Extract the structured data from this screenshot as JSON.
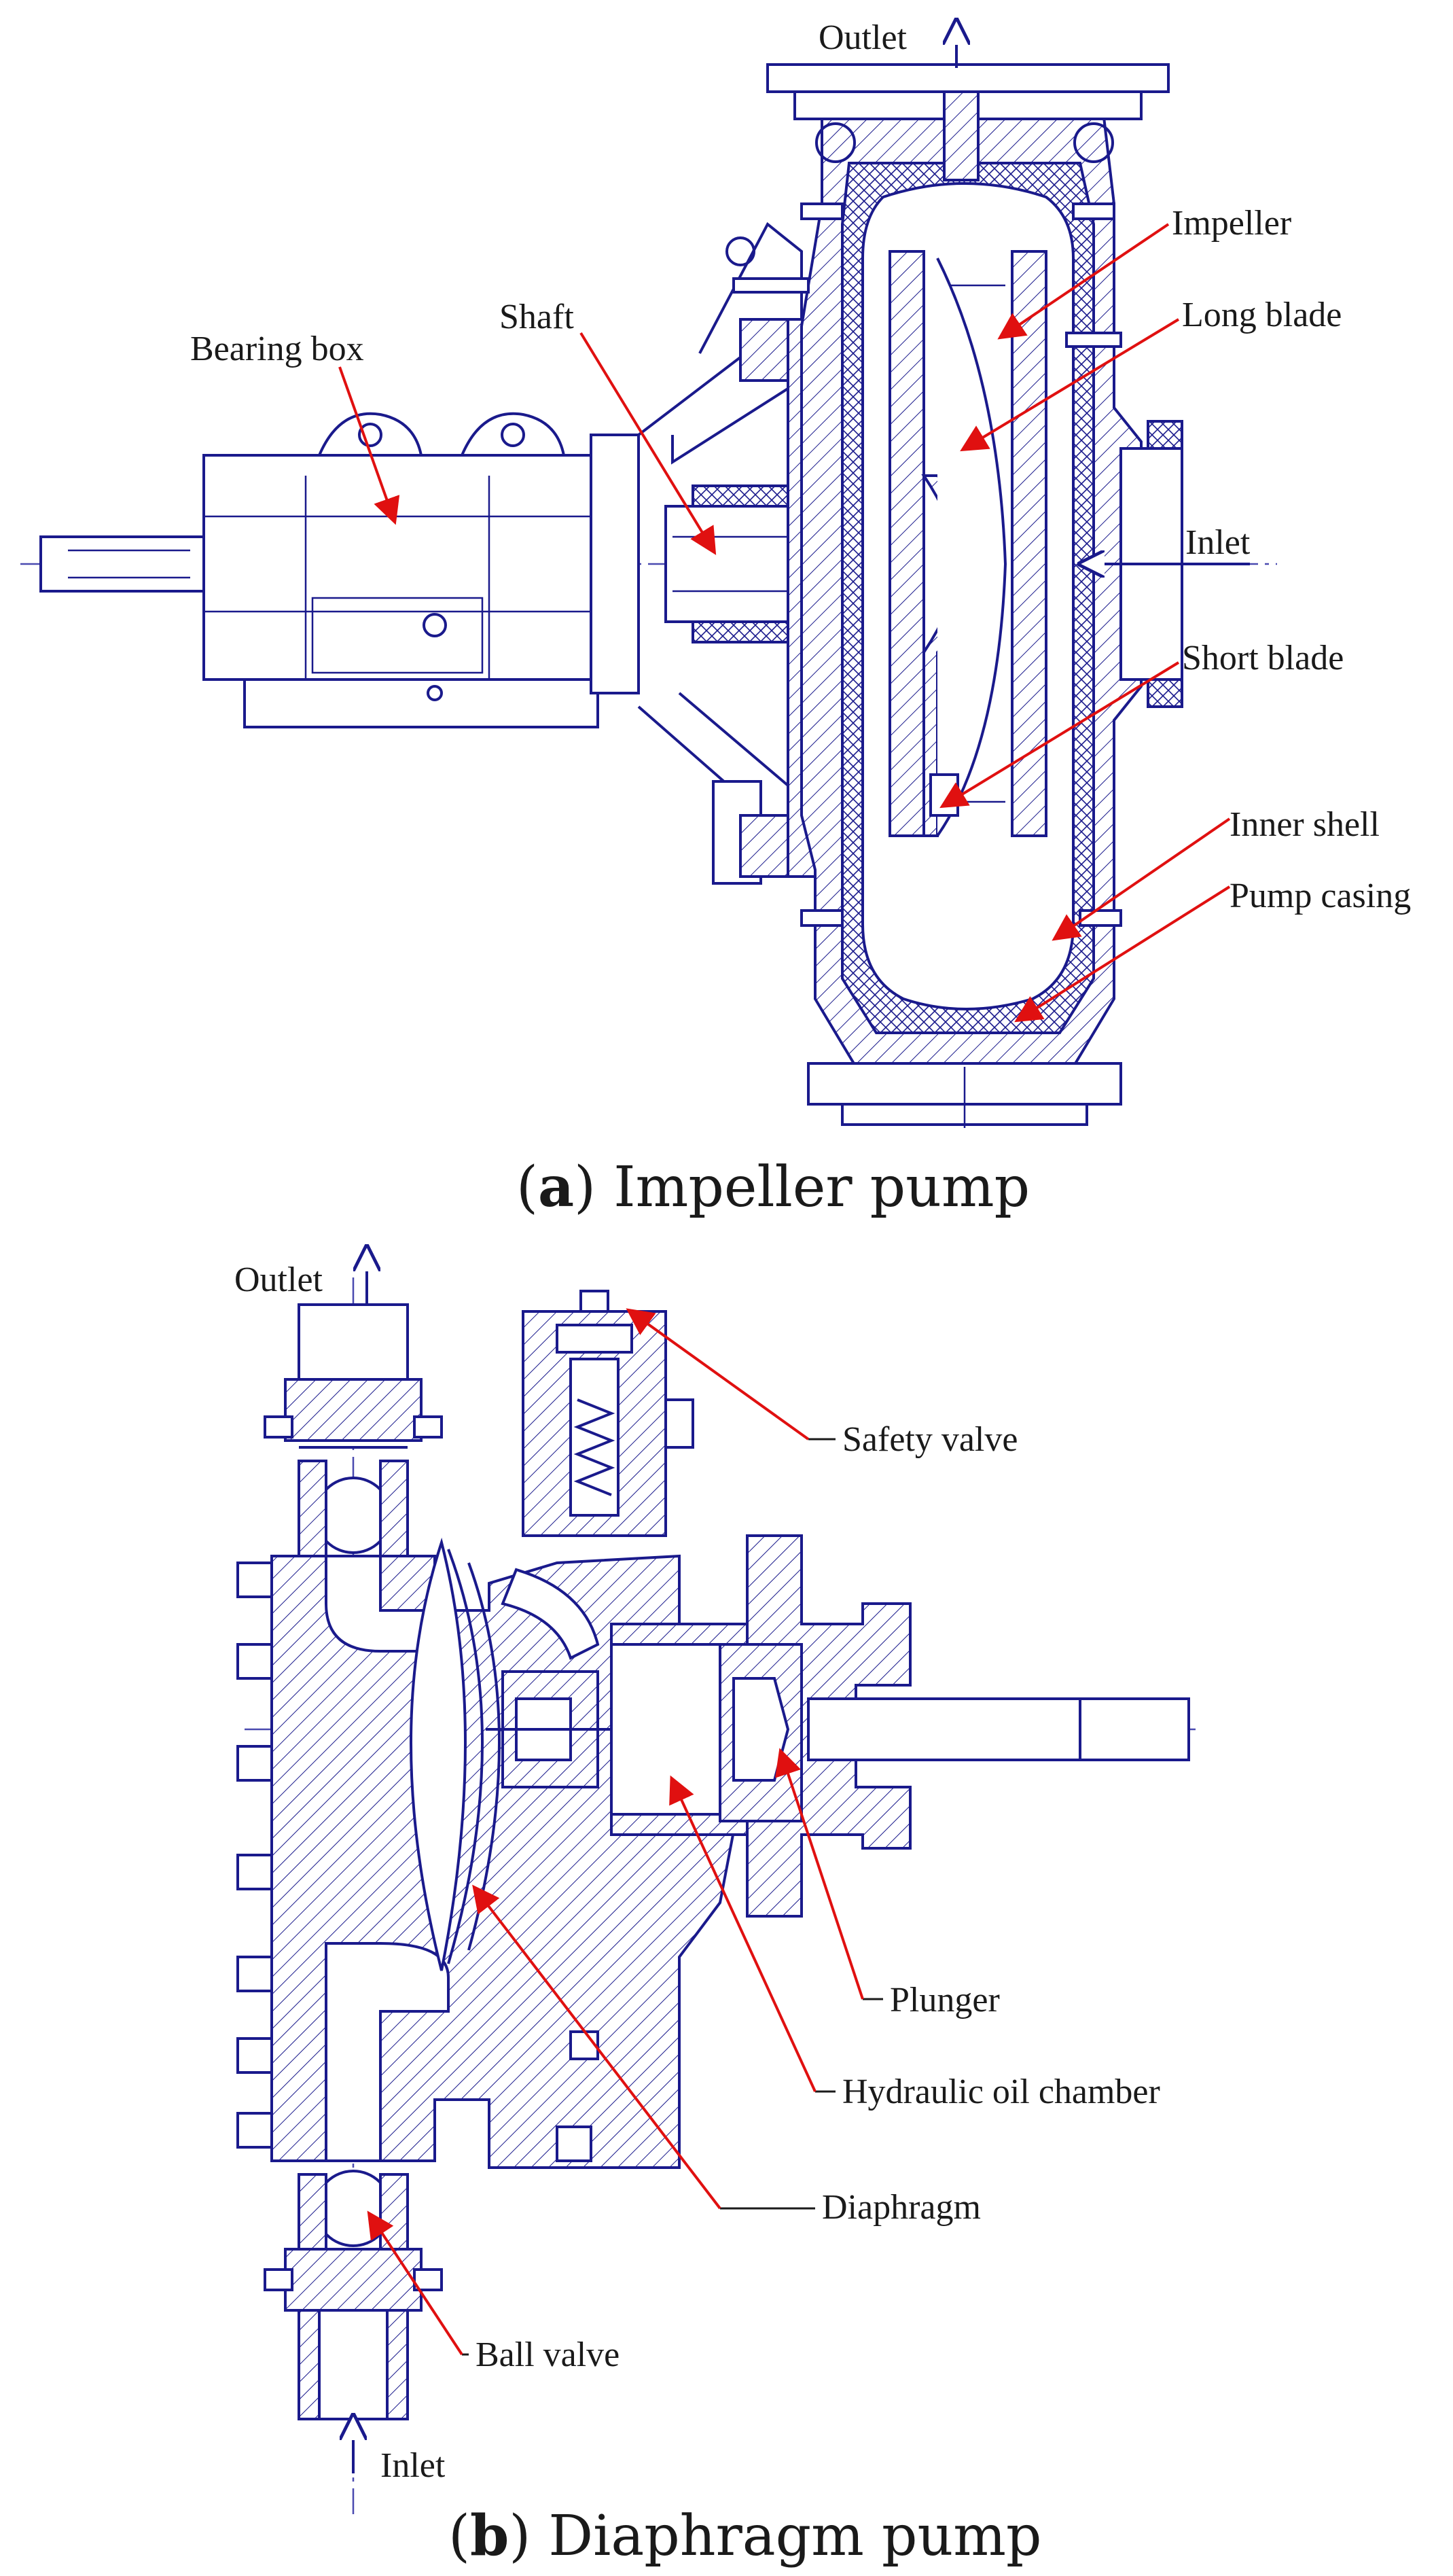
{
  "figure_a": {
    "caption_letter": "a",
    "caption_text": " Impeller pump",
    "labels": {
      "outlet": "Outlet",
      "impeller": "Impeller",
      "long_blade": "Long blade",
      "bearing_box": "Bearing box",
      "shaft": "Shaft",
      "inlet": "Inlet",
      "short_blade": "Short blade",
      "inner_shell": "Inner shell",
      "pump_casing": "Pump casing"
    }
  },
  "figure_b": {
    "caption_letter": "b",
    "caption_text": " Diaphragm pump",
    "labels": {
      "outlet": "Outlet",
      "safety_valve": "Safety valve",
      "plunger": "Plunger",
      "hydraulic_oil_chamber": "Hydraulic oil chamber",
      "diaphragm": "Diaphragm",
      "ball_valve": "Ball valve",
      "inlet": "Inlet"
    }
  },
  "colors": {
    "line": "#1a1a8c",
    "arrow": "#e01010",
    "text": "#1a1a1a",
    "background": "#ffffff"
  }
}
